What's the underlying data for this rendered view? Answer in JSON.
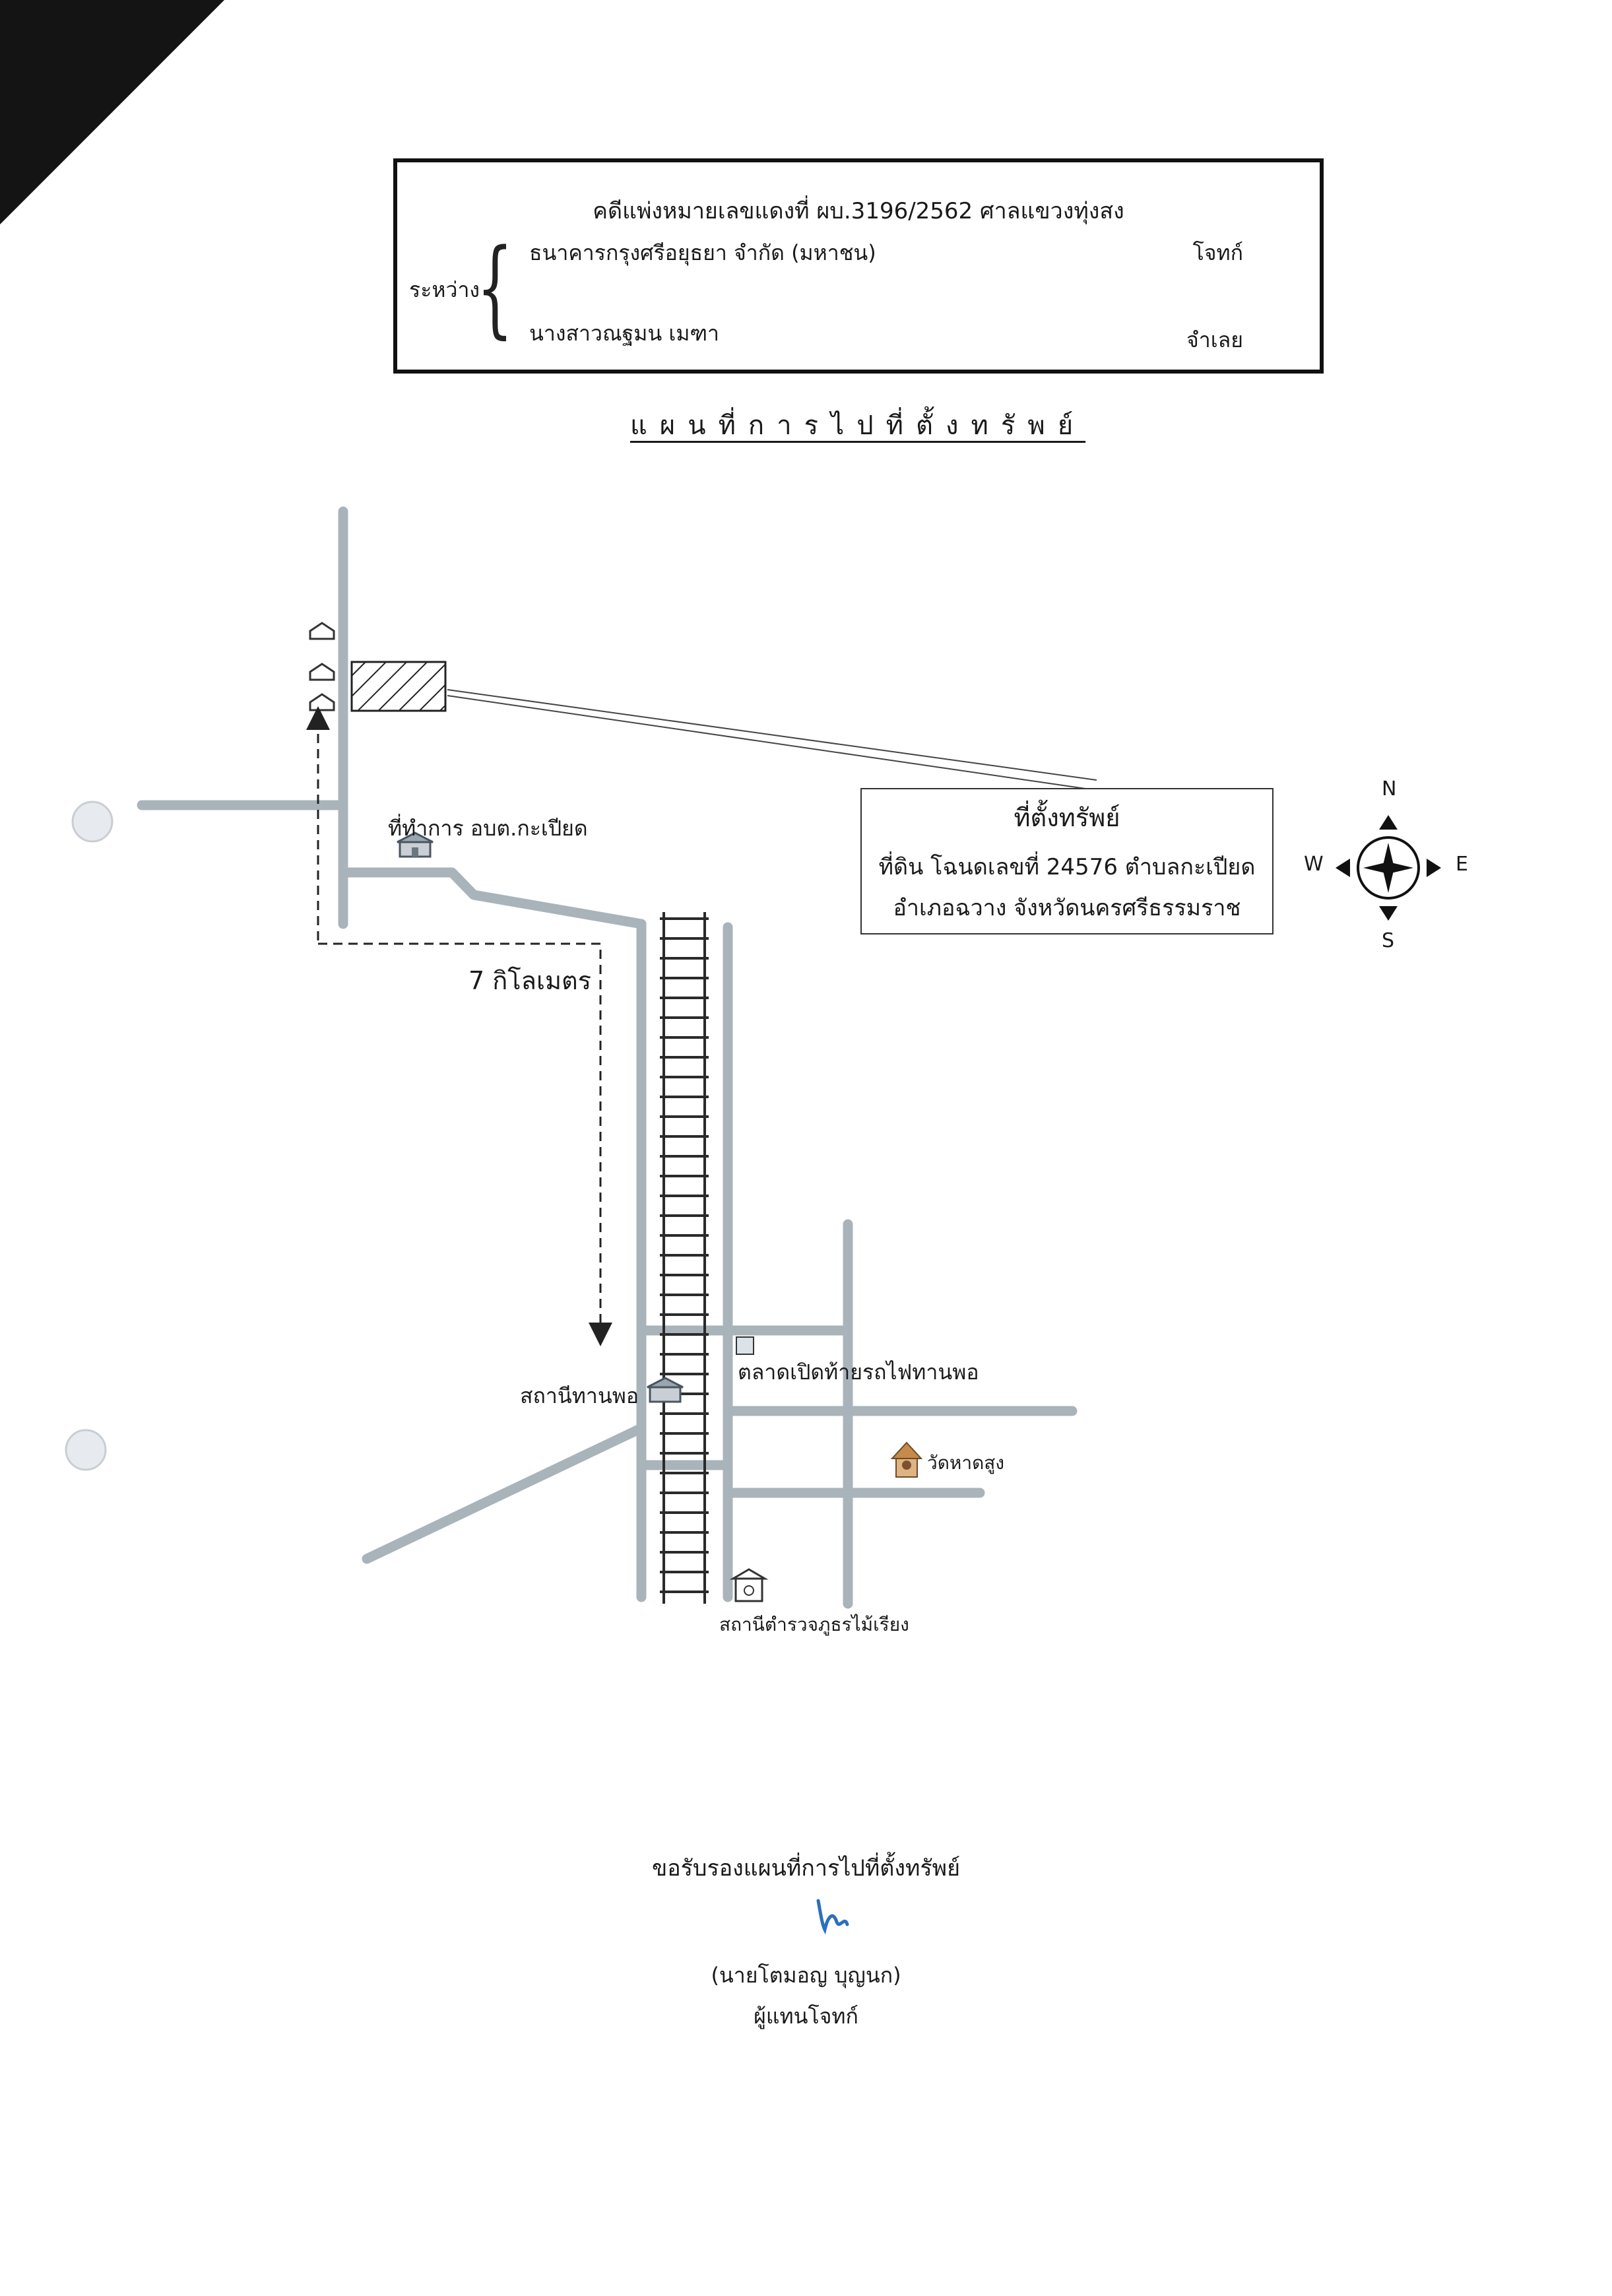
{
  "header": {
    "case_line": "คดีแพ่งหมายเลขแดงที่  ผบ.3196/2562   ศาลแขวงทุ่งสง",
    "between_label": "ระหว่าง",
    "plaintiff": "ธนาคารกรุงศรีอยุธยา จำกัด (มหาชน)",
    "plaintiff_role": "โจทก์",
    "defendant": "นางสาวณฐมน  เมฑา",
    "defendant_role": "จำเลย"
  },
  "map_title": "แผนที่การไปที่ตั้งทรัพย์",
  "property_box": {
    "title": "ที่ตั้งทรัพย์",
    "line2": "ที่ดิน โฉนดเลขที่  24576  ตำบลกะเปียด",
    "line3": "อำเภอฉวาง  จังหวัดนครศรีธรรมราช"
  },
  "labels": {
    "office": "ที่ทำการ อบต.กะเปียด",
    "distance": "7 กิโลเมตร",
    "station": "สถานีทานพอ",
    "market": "ตลาดเปิดท้ายรถไฟทานพอ",
    "temple": "วัดหาดสูง",
    "police": "สถานีตำรวจภูธรไม้เรียง"
  },
  "compass": {
    "n": "N",
    "s": "S",
    "w": "W",
    "e": "E"
  },
  "icons": [
    "house-icon",
    "building-icon",
    "temple-icon",
    "police-station-icon",
    "compass-rose-icon",
    "railway-track"
  ],
  "colors": {
    "road": "#a9b4ba",
    "ink": "#1a1a1a",
    "hatch": "#222222",
    "signature": "#2a6fc0"
  },
  "signature_block": {
    "certify": "ขอรับรองแผนที่การไปที่ตั้งทรัพย์",
    "signer": "(นายโตมอญ   บุญนก)",
    "role": "ผู้แทนโจทก์"
  }
}
